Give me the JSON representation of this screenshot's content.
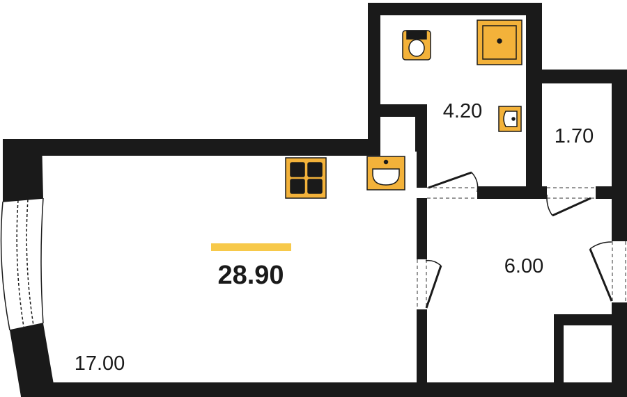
{
  "plan": {
    "total_area": "28.90",
    "rooms": [
      {
        "id": "living-room",
        "area": "17.00"
      },
      {
        "id": "bathroom",
        "area": "4.20"
      },
      {
        "id": "storage",
        "area": "1.70"
      },
      {
        "id": "hallway",
        "area": "6.00"
      }
    ]
  },
  "colors": {
    "wall": "#1a1a1a",
    "fixture_fill": "#f3b23a",
    "total_accent": "#f7c94a",
    "background": "#ffffff"
  },
  "fixtures": [
    "stove-icon",
    "kitchen-sink-icon",
    "toilet-icon",
    "shower-tray-icon",
    "bathroom-sink-icon"
  ]
}
